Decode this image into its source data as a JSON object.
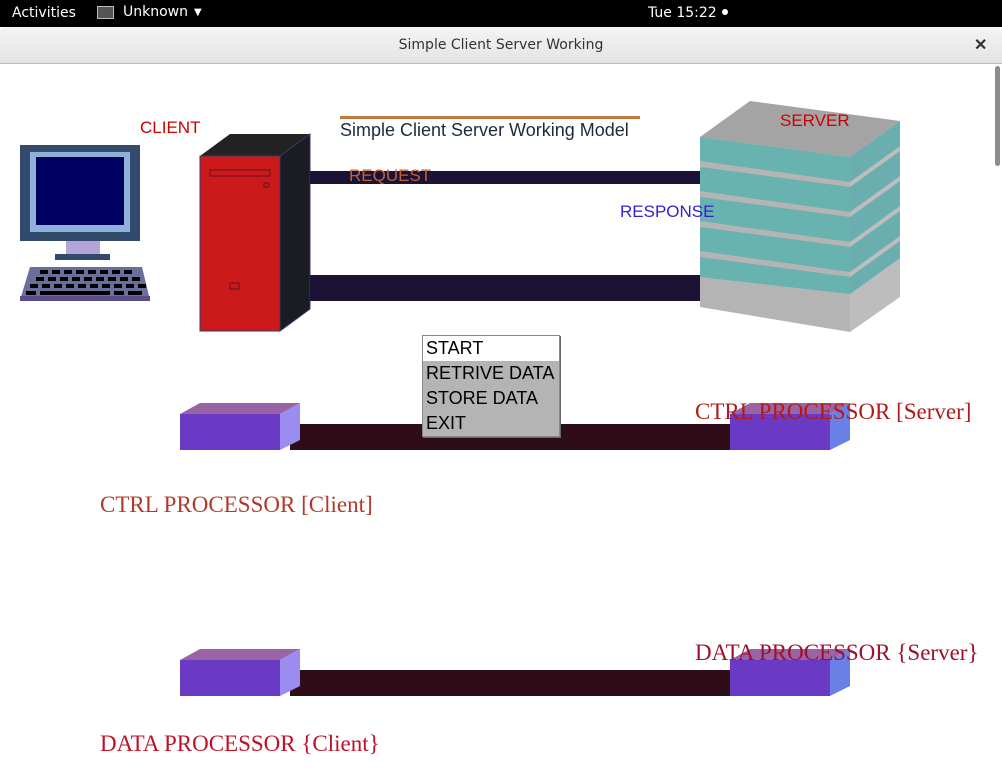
{
  "topbar": {
    "activities": "Activities",
    "app_name": "Unknown",
    "clock": "Tue 15:22"
  },
  "window": {
    "title": "Simple Client Server Working"
  },
  "diagram": {
    "heading": "Simple Client Server Working Model",
    "client_label": "CLIENT",
    "server_label": "SERVER",
    "request_label": "REQUEST",
    "response_label": "RESPONSE",
    "ctrl_client": "CTRL PROCESSOR [Client]",
    "ctrl_server": "CTRL PROCESSOR [Server]",
    "data_client": "DATA PROCESSOR {Client}",
    "data_server": "DATA PROCESSOR {Server}"
  },
  "menu": {
    "items": [
      "START",
      "RETRIVE DATA",
      "STORE DATA",
      "EXIT"
    ]
  },
  "colors": {
    "label_red": "#cc0000",
    "request_orange": "#c0603a",
    "response_blue": "#3322cc",
    "serif_red": "#b21a1a",
    "pipe_dark": "#1c1236",
    "processor_pipe": "#2e0d18"
  }
}
